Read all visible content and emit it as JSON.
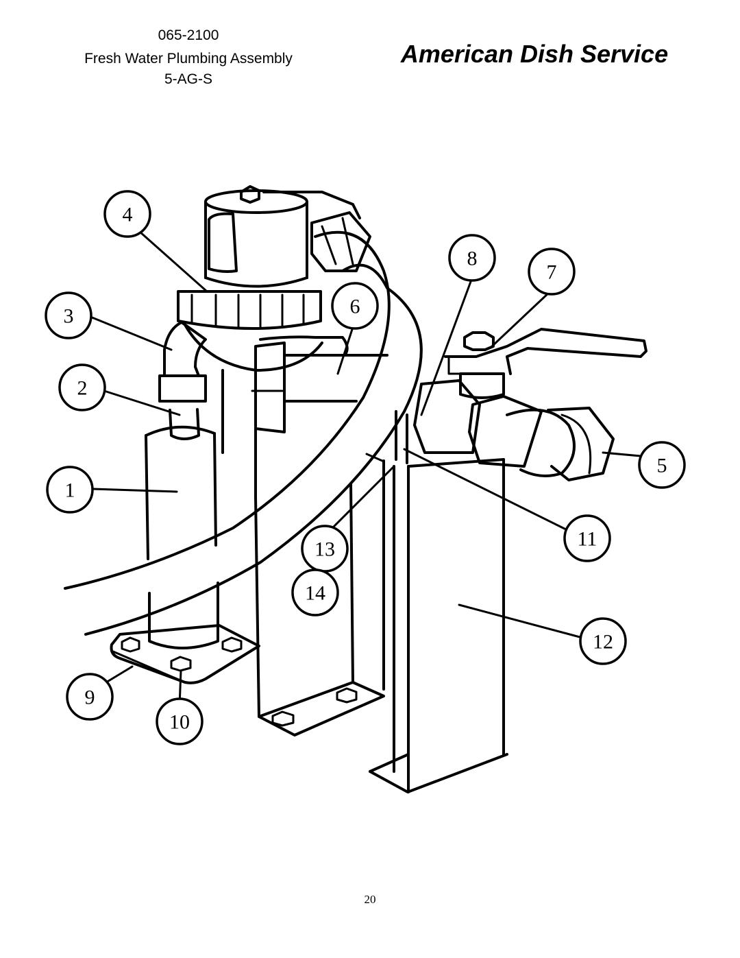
{
  "header": {
    "part_number": "065-2100",
    "assembly_name": "Fresh Water Plumbing Assembly",
    "model": "5-AG-S",
    "brand": "American Dish Service"
  },
  "callouts": [
    "1",
    "2",
    "3",
    "4",
    "5",
    "6",
    "7",
    "8",
    "9",
    "10",
    "11",
    "12",
    "13",
    "14"
  ],
  "footer": {
    "page_number": "20"
  }
}
